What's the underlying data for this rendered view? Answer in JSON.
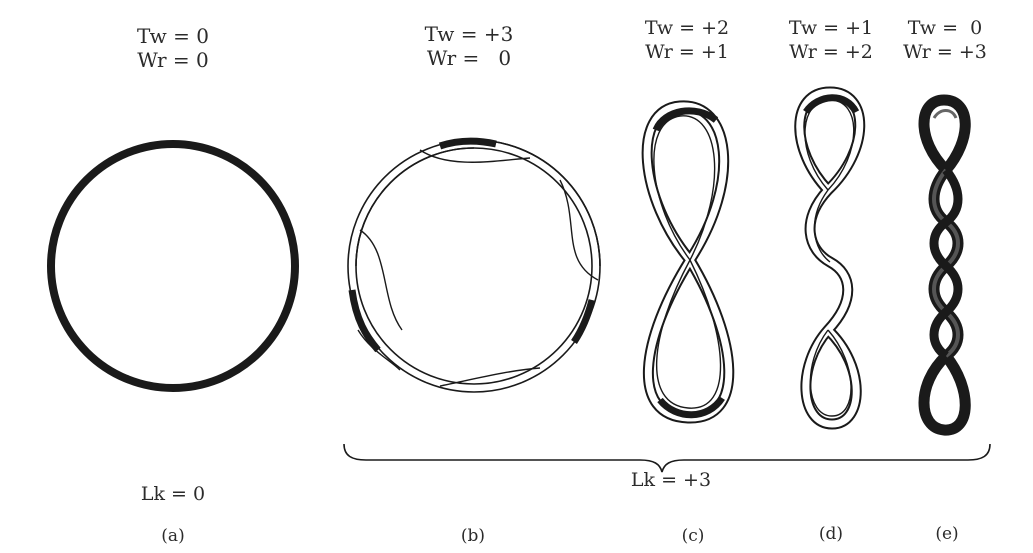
{
  "panels": [
    {
      "id": "a",
      "tw": "Tw = 0",
      "wr": "Wr = 0",
      "caption": "(a)"
    },
    {
      "id": "b",
      "tw": "Tw = +3",
      "wr": "Wr =   0",
      "caption": "(b)"
    },
    {
      "id": "c",
      "tw": "Tw = +2",
      "wr": "Wr = +1",
      "caption": "(c)"
    },
    {
      "id": "d",
      "tw": "Tw = +1",
      "wr": "Wr = +2",
      "caption": "(d)"
    },
    {
      "id": "e",
      "tw": "Tw =  0",
      "wr": "Wr = +3",
      "caption": "(e)"
    }
  ],
  "linking": {
    "left": "Lk = 0",
    "right": "Lk = +3"
  },
  "colors": {
    "ink": "#1a1a1a",
    "paper": "#ffffff",
    "text": "#2b2b2b"
  }
}
